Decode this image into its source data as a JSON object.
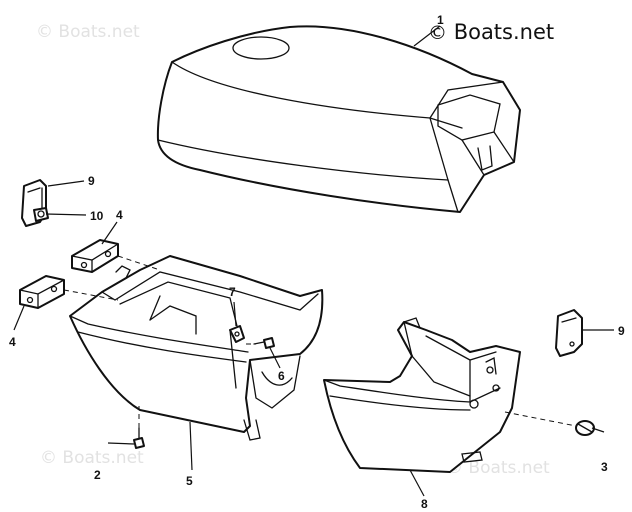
{
  "watermarks": {
    "top_left": "© Boats.net",
    "bottom_left": "© Boats.net",
    "bottom_right": "© Boats.net"
  },
  "copyright": {
    "symbol": "©",
    "text": "Boats.net"
  },
  "callouts": {
    "part_1": "1",
    "part_2": "2",
    "part_3": "3",
    "part_4_upper": "4",
    "part_4_lower": "4",
    "part_5": "5",
    "part_6": "6",
    "part_7": "7",
    "part_8": "8",
    "part_9_left": "9",
    "part_9_right": "9",
    "part_10": "10"
  },
  "colors": {
    "line": "#111111",
    "watermark": "#e2e2e2",
    "background": "#ffffff"
  }
}
